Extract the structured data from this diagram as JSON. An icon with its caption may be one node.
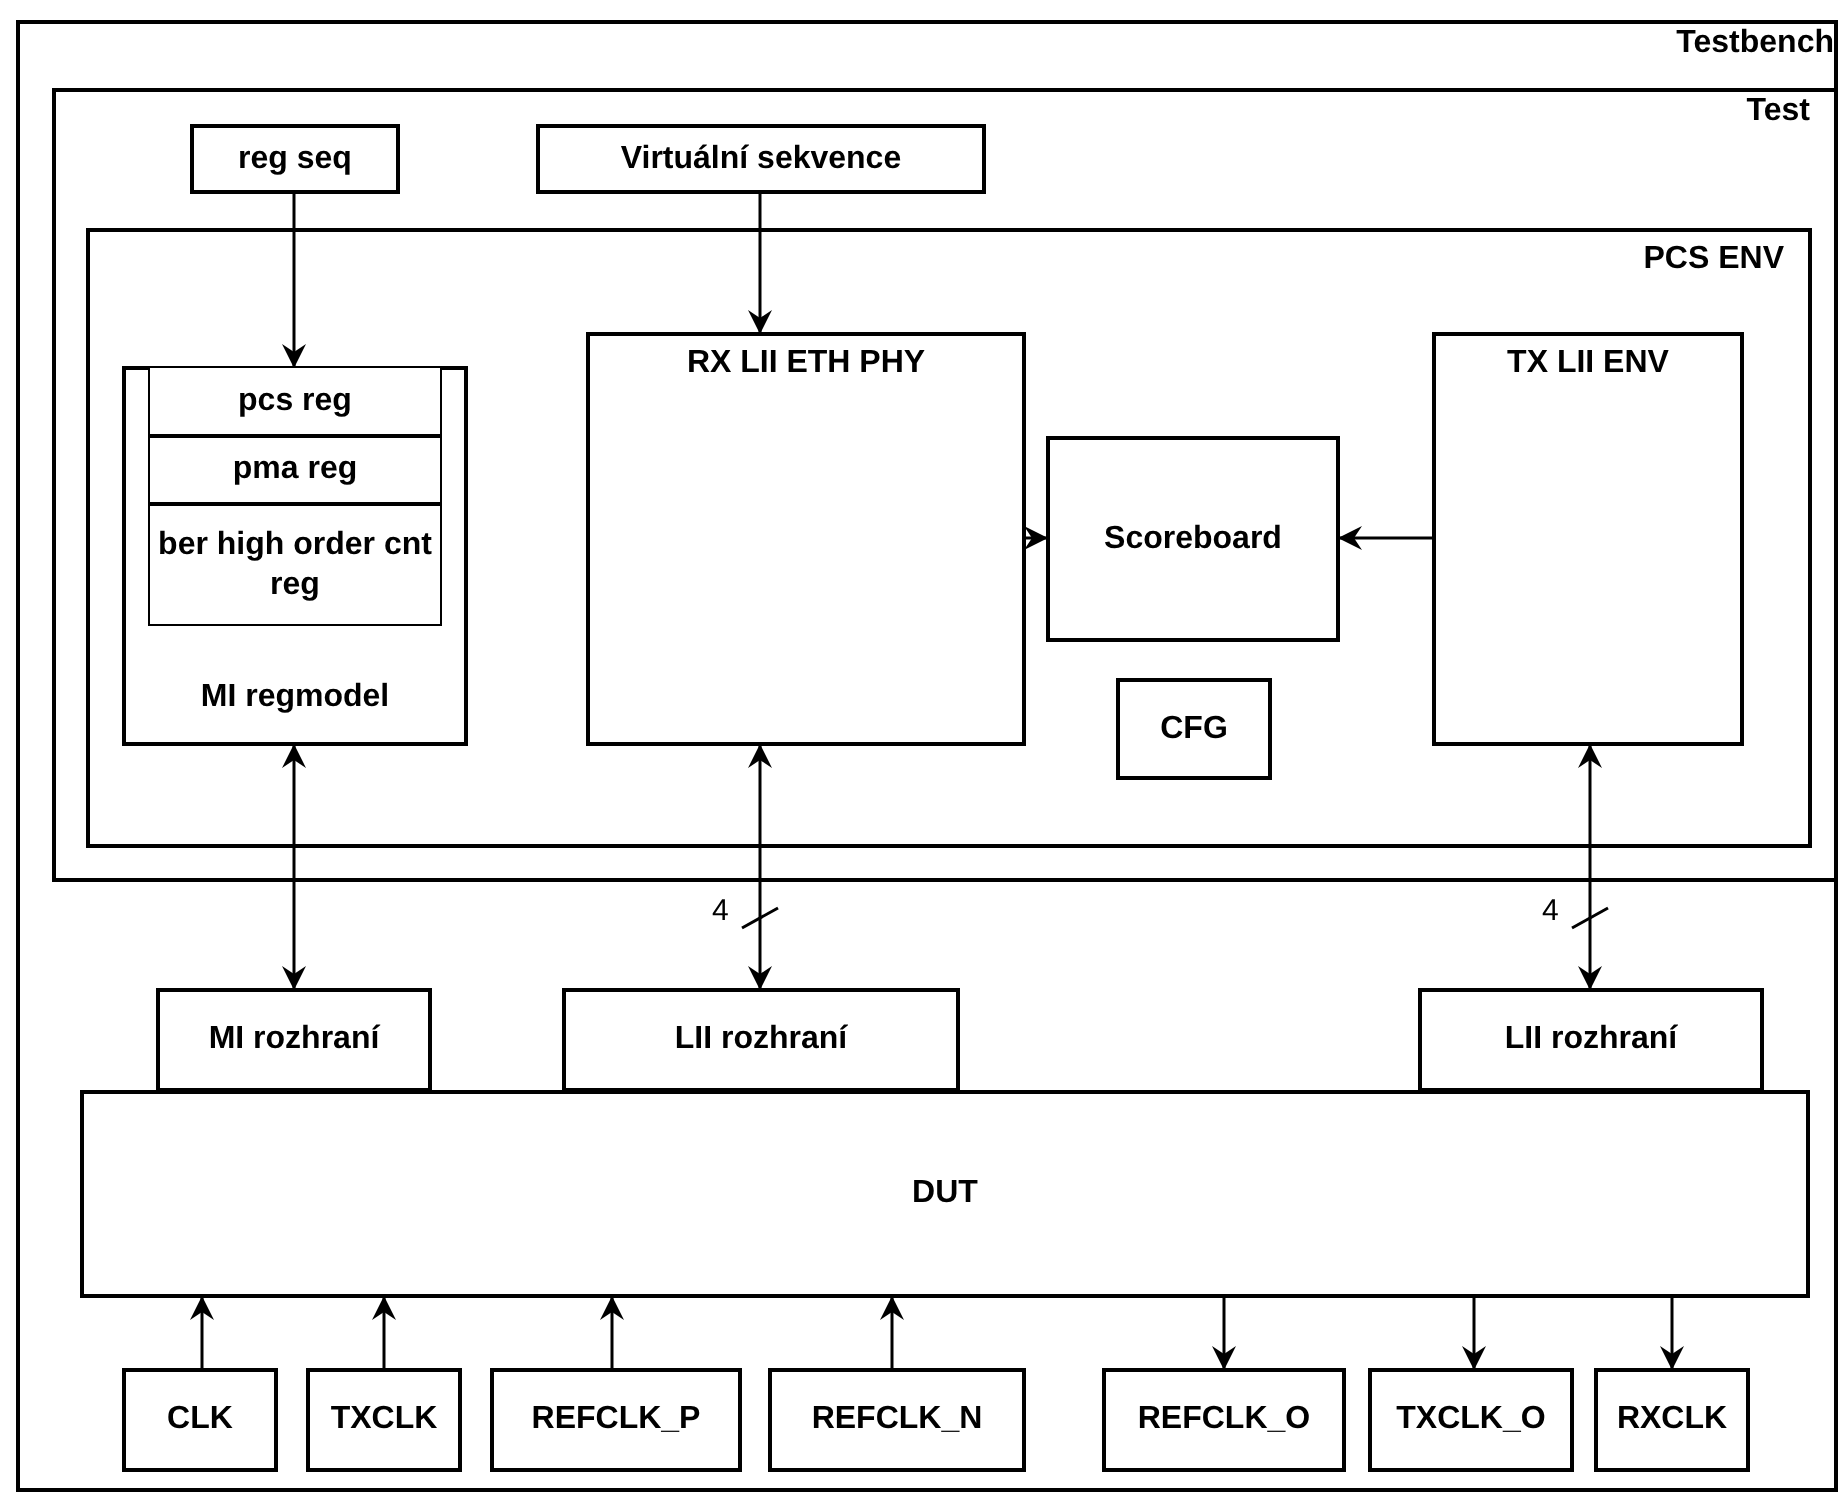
{
  "diagram": {
    "nodes": [
      {
        "text": [
          "Testbench"
        ]
      },
      {
        "text": [
          "Test"
        ],
        "in": 0
      },
      {
        "text": [
          "reg seq"
        ],
        "in": 1
      },
      {
        "text": [
          "Virtuální sekvence"
        ],
        "in": 1
      },
      {
        "text": [
          "PCS ENV"
        ],
        "in": 1
      },
      {
        "text": [
          "MI regmodel"
        ],
        "in": 4
      },
      {
        "text": [
          "pcs reg"
        ],
        "in": 5
      },
      {
        "text": [
          "pma reg"
        ],
        "in": 5
      },
      {
        "text": [
          "ber high order cnt reg"
        ],
        "in": 5
      },
      {
        "text": [
          "RX LII ETH PHY"
        ],
        "in": 4
      },
      {
        "text": [
          "Scoreboard"
        ],
        "in": 4
      },
      {
        "text": [
          "CFG"
        ],
        "in": 4
      },
      {
        "text": [
          "TX LII ENV"
        ],
        "in": 4
      },
      {
        "text": [
          "MI rozhraní"
        ],
        "in": 0
      },
      {
        "text": [
          "LII rozhraní"
        ],
        "in": 0
      },
      {
        "text": [
          "LII rozhraní"
        ],
        "in": 0
      },
      {
        "text": [
          "DUT"
        ],
        "in": 0
      },
      {
        "text": [
          "CLK"
        ],
        "in": 0
      },
      {
        "text": [
          "TXCLK"
        ],
        "in": 0
      },
      {
        "text": [
          "REFCLK_P"
        ],
        "in": 0
      },
      {
        "text": [
          "REFCLK_N"
        ],
        "in": 0
      },
      {
        "text": [
          "REFCLK_O"
        ],
        "in": 0
      },
      {
        "text": [
          "TXCLK_O"
        ],
        "in": 0
      },
      {
        "text": [
          "RXCLK"
        ],
        "in": 0
      }
    ],
    "edges": [
      {
        "from": 2,
        "to": 5,
        "arrow": "to"
      },
      {
        "from": 3,
        "to": 9,
        "arrow": "to"
      },
      {
        "from": 9,
        "to": 10,
        "arrow": "to"
      },
      {
        "from": 12,
        "to": 10,
        "arrow": "to"
      },
      {
        "from": 5,
        "to": 13,
        "arrow": "both"
      },
      {
        "from": 9,
        "to": 14,
        "arrow": "both",
        "label": "4"
      },
      {
        "from": 12,
        "to": 15,
        "arrow": "both",
        "label": "4"
      },
      {
        "from": 17,
        "to": 16,
        "arrow": "to"
      },
      {
        "from": 18,
        "to": 16,
        "arrow": "to"
      },
      {
        "from": 19,
        "to": 16,
        "arrow": "to"
      },
      {
        "from": 20,
        "to": 16,
        "arrow": "to"
      },
      {
        "from": 16,
        "to": 21,
        "arrow": "to"
      },
      {
        "from": 16,
        "to": 22,
        "arrow": "to"
      },
      {
        "from": 16,
        "to": 23,
        "arrow": "to"
      }
    ]
  }
}
